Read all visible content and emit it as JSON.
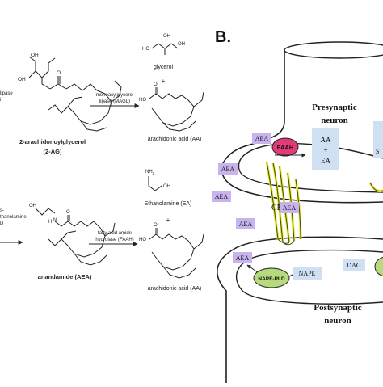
{
  "panel_a": {
    "top": {
      "enzyme_left_lines": [
        "lipase",
        "i"
      ],
      "oh_labels": [
        "OH",
        "OH"
      ],
      "ester_o": "O",
      "substrate_name": "2-arachidonoylglycerol",
      "substrate_abbrev": "(2-AG)",
      "enzyme_lines": [
        "monoacylglycerol",
        "lipase (MAGL)"
      ],
      "product1_oh": [
        "OH",
        "OH",
        "HO"
      ],
      "product1_name": "glycerol",
      "plus": "+",
      "product2_acid": [
        "HO",
        "O"
      ],
      "product2_name": "arachidonic acid (AA)"
    },
    "bottom": {
      "enzyme_left_lines": [
        "s-",
        "thanolamine",
        "D"
      ],
      "oh_label": "OH",
      "nh_label": "N",
      "h_label": "H",
      "amide_o": "O",
      "substrate_name": "anandamide (AEA)",
      "enzyme_lines": [
        "fatty acid amide",
        "hydrolase (FAAH)"
      ],
      "product1_nh2": "NH",
      "product1_nh2_sub": "2",
      "product1_oh": "OH",
      "product1_name": "Ethanolamine (EA)",
      "plus": "+",
      "product2_acid": [
        "HO",
        "O"
      ],
      "product2_name": "arachidonic acid (AA)"
    }
  },
  "panel_b": {
    "label": "B.",
    "pre_title": [
      "Presynaptic",
      "neuron"
    ],
    "post_title": [
      "Postsynaptic",
      "neuron"
    ],
    "aea": "AEA",
    "faah": "FAAH",
    "products": [
      "AA",
      "+",
      "EA"
    ],
    "cb1r": "CB1R",
    "nape_pld": "NAPE-PLD",
    "nape": "NAPE",
    "dag": "DAG",
    "cut_label": "S"
  },
  "colors": {
    "aea_box": "#c9b3ef",
    "products_box": "#cfe0f3",
    "faah": "#e23a78",
    "nape_pld": "#b7da7d",
    "nape_box": "#cfe0f3",
    "dag_box": "#cfe0f3",
    "receptor_yellow": "#e6e832",
    "line": "#222222"
  }
}
